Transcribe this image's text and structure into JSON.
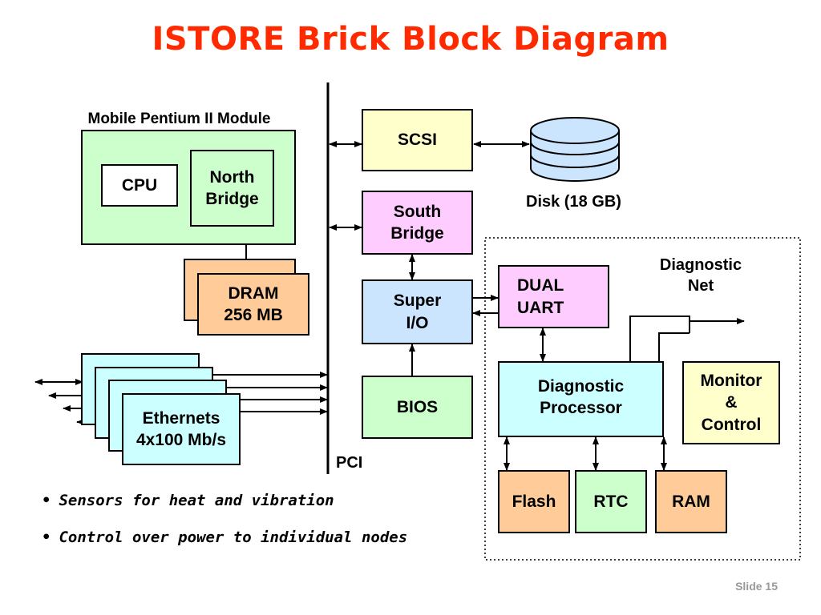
{
  "title": "ISTORE Brick Block Diagram",
  "module_label": "Mobile Pentium II Module",
  "cpu": "CPU",
  "north_bridge": [
    "North",
    "Bridge"
  ],
  "dram": [
    "DRAM",
    "256 MB"
  ],
  "ethernets": [
    "Ethernets",
    "4x100 Mb/s"
  ],
  "pci": "PCI",
  "scsi": "SCSI",
  "disk": "Disk (18 GB)",
  "south_bridge": [
    "South",
    "Bridge"
  ],
  "super_io": [
    "Super",
    "I/O"
  ],
  "bios": "BIOS",
  "diagnostic_net": [
    "Diagnostic",
    "Net"
  ],
  "dual_uart": [
    "DUAL",
    "UART"
  ],
  "diagnostic_processor": [
    "Diagnostic",
    "Processor"
  ],
  "monitor_control": [
    "Monitor",
    "&",
    "Control"
  ],
  "flash": "Flash",
  "rtc": "RTC",
  "ram": "RAM",
  "bullets": [
    "Sensors for heat and vibration",
    "Control over power to individual nodes"
  ],
  "slide_number": "Slide 15",
  "colors": {
    "title": "#ff2a00",
    "green": "#ccffcc",
    "orange": "#ffcc99",
    "yellow": "#ffffcc",
    "pink": "#ffccff",
    "blue": "#cce5ff",
    "cyan": "#ccffff"
  }
}
